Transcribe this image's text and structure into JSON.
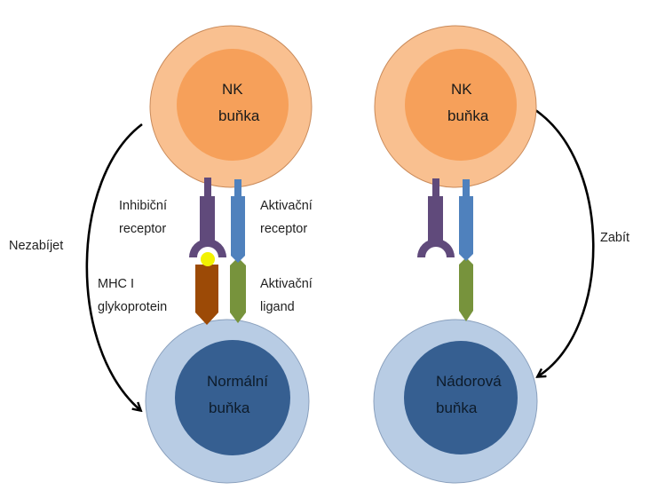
{
  "colors": {
    "nk_outer": "#f9c090",
    "nk_inner": "#f6a05a",
    "target_outer": "#b8cce4",
    "target_inner": "#365f91",
    "inhibitory_receptor": "#604a7b",
    "activating_receptor": "#4f81bd",
    "mhc": "#9c4a06",
    "ligand": "#77933c",
    "bound_dot": "#f2f200"
  },
  "left": {
    "nk_cell": {
      "line1": "NK",
      "line2": "buňka"
    },
    "target_cell": {
      "line1": "Normální",
      "line2": "buňka"
    },
    "inhibitory_receptor": {
      "line1": "Inhibiční",
      "line2": "receptor"
    },
    "activating_receptor": {
      "line1": "Aktivační",
      "line2": "receptor"
    },
    "mhc": {
      "line1": "MHC I",
      "line2": "glykoprotein"
    },
    "ligand": {
      "line1": "Aktivační",
      "line2": "ligand"
    },
    "arrow_label": "Nezabíjet"
  },
  "right": {
    "nk_cell": {
      "line1": "NK",
      "line2": "buňka"
    },
    "target_cell": {
      "line1": "Nádorová",
      "line2": "buňka"
    },
    "arrow_label": "Zabít"
  }
}
